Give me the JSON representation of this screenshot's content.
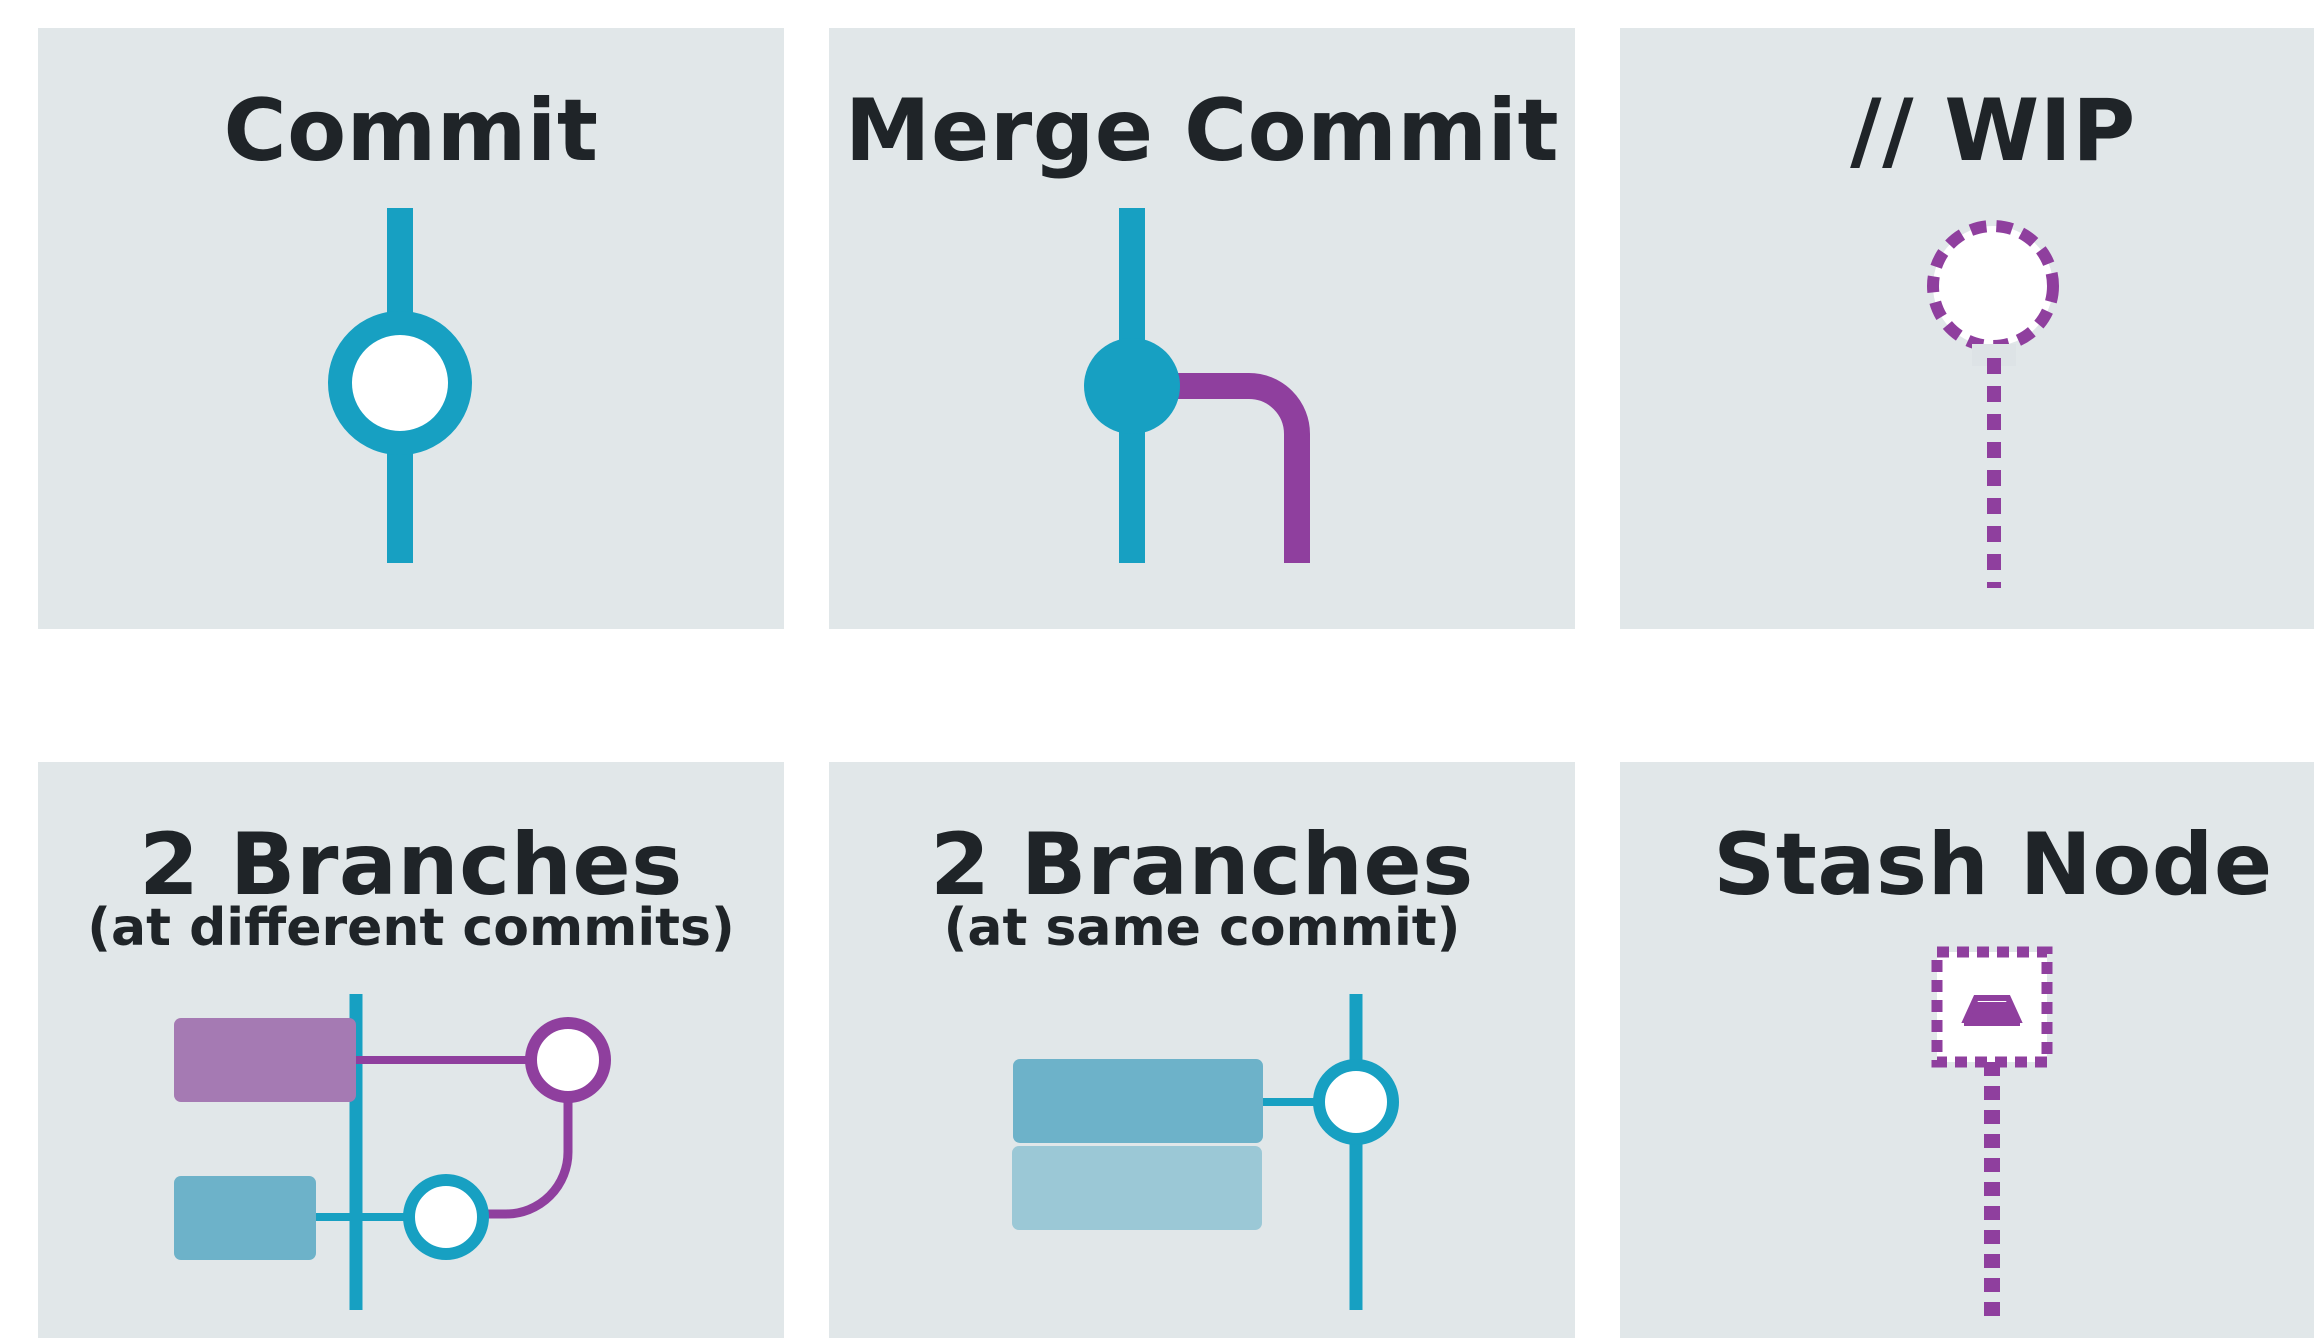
{
  "tiles": {
    "commit": {
      "title": "Commit"
    },
    "merge_commit": {
      "title": "Merge Commit"
    },
    "wip": {
      "title": "// WIP"
    },
    "branches_different": {
      "title": "2 Branches",
      "subtitle": "(at different commits)"
    },
    "branches_same": {
      "title": "2 Branches",
      "subtitle": "(at same commit)"
    },
    "stash_node": {
      "title": "Stash Node"
    }
  },
  "colors": {
    "tile_bg": "#e1e7e9",
    "teal": "#17a0c2",
    "purple": "#8f3f9e",
    "purple_light": "#a57ab3",
    "teal_light": "#6db2c9",
    "teal_lighter": "#9bc8d6",
    "text": "#1f2428"
  }
}
